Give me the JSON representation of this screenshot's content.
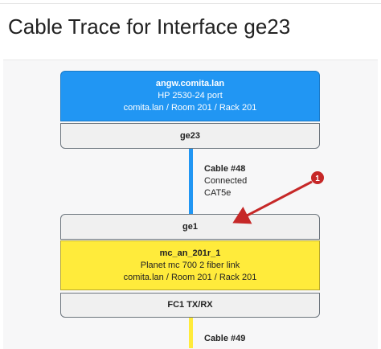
{
  "page": {
    "title": "Cable Trace for Interface ge23"
  },
  "trace": {
    "device_a": {
      "name": "angw.comita.lan",
      "type": "HP 2530-24 port",
      "location": "comita.lan / Room 201 / Rack 201",
      "color": "#2196f3"
    },
    "interface_a": "ge23",
    "cable_1": {
      "label": "Cable #48",
      "status": "Connected",
      "type": "CAT5e",
      "color": "#2196f3"
    },
    "interface_b": "ge1",
    "device_b": {
      "name": "mc_an_201r_1",
      "type": "Planet mc 700 2 fiber link",
      "location": "comita.lan / Room 201 / Rack 201",
      "color": "#ffeb3b"
    },
    "interface_c": "FC1 TX/RX",
    "cable_2": {
      "label": "Cable #49",
      "color": "#ffeb3b"
    }
  },
  "annotation": {
    "badge": "1",
    "color": "#c62828"
  }
}
